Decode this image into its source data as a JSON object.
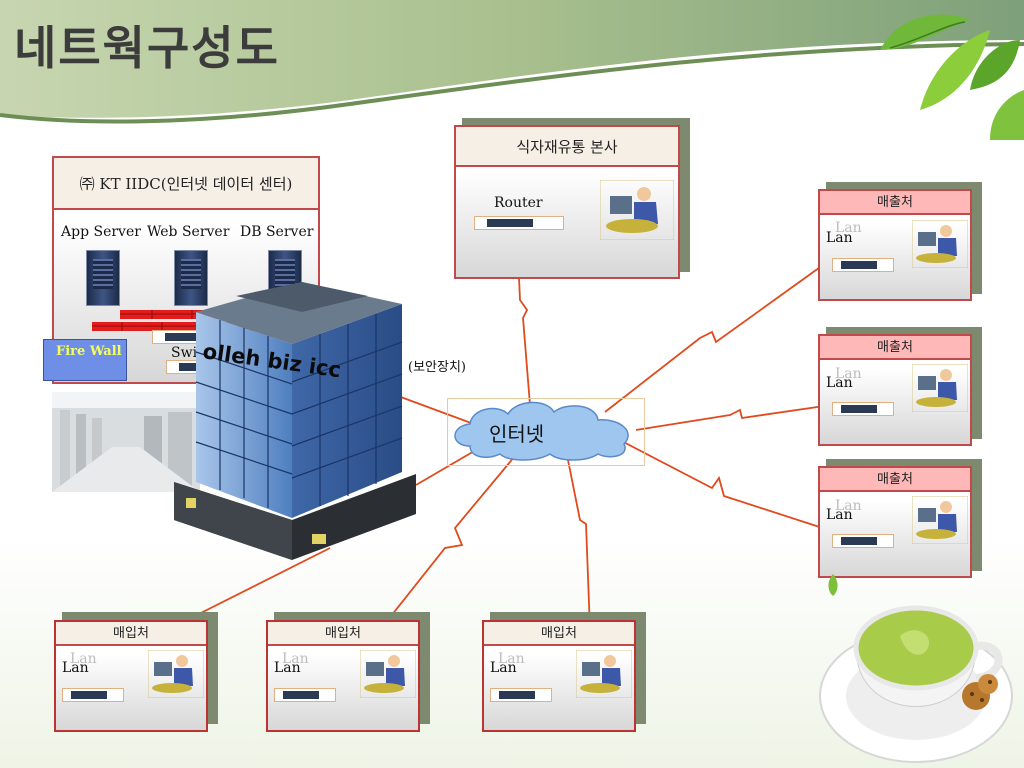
{
  "title": "네트웍구성도",
  "kt_iidc": {
    "header": "㈜ KT IIDC(인터넷 데이터 센터)",
    "servers": [
      "App Server",
      "Web Server",
      "DB Server"
    ],
    "firewall": "Fire Wall",
    "switch": "Switch",
    "building_logo": "olleh biz icc"
  },
  "hq": {
    "header": "식자재유통 본사",
    "router": "Router"
  },
  "security_label": "(보안장치)",
  "internet_label": "인터넷",
  "sales_title": "매출처",
  "purchase_title": "매입처",
  "lan_label": "Lan",
  "colors": {
    "panel_border": "#c04a4a",
    "link": "#e04a1c",
    "firewall": "#6f8fe6",
    "banner": "#9ab47a"
  }
}
